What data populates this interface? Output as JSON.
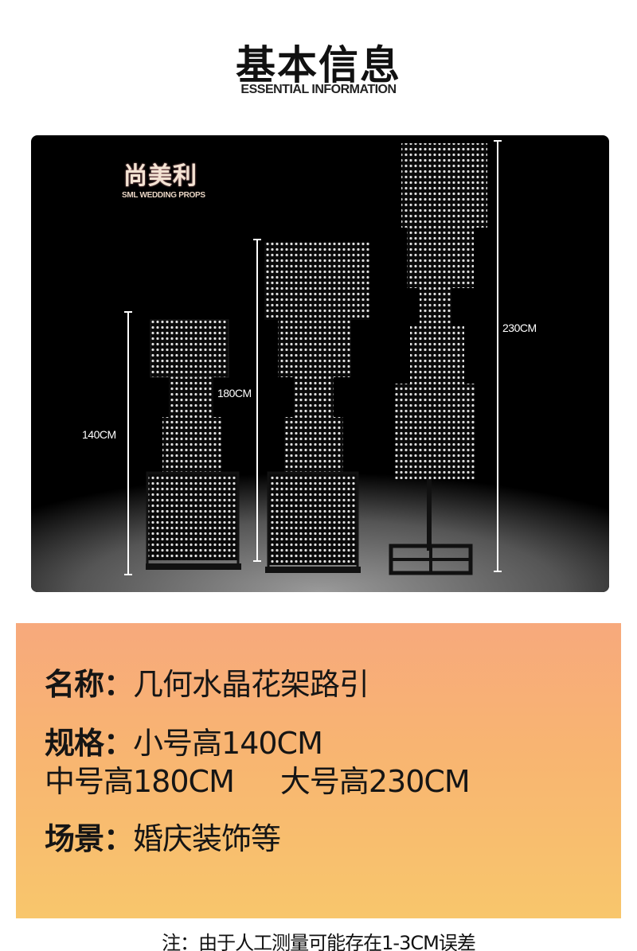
{
  "header": {
    "title_cn": "基本信息",
    "title_en": "ESSENTIAL INFORMATION"
  },
  "photo": {
    "brand_cn": "尚美利",
    "brand_en": "SML WEDDING PROPS",
    "dims": {
      "small": "140CM",
      "medium": "180CM",
      "large": "230CM"
    }
  },
  "info": {
    "name_key": "名称：",
    "name_value": "几何水晶花架路引",
    "spec_key": "规格：",
    "spec_small": "小号高140CM",
    "spec_medium": "中号高180CM",
    "spec_large": "大号高230CM",
    "scene_key": "场景：",
    "scene_value": "婚庆装饰等"
  },
  "footnote": "注：由于人工测量可能存在1-3CM误差",
  "colors": {
    "gradient_top": "#f7a97c",
    "gradient_bottom": "#f8c66c",
    "photo_bg": "#000000"
  }
}
